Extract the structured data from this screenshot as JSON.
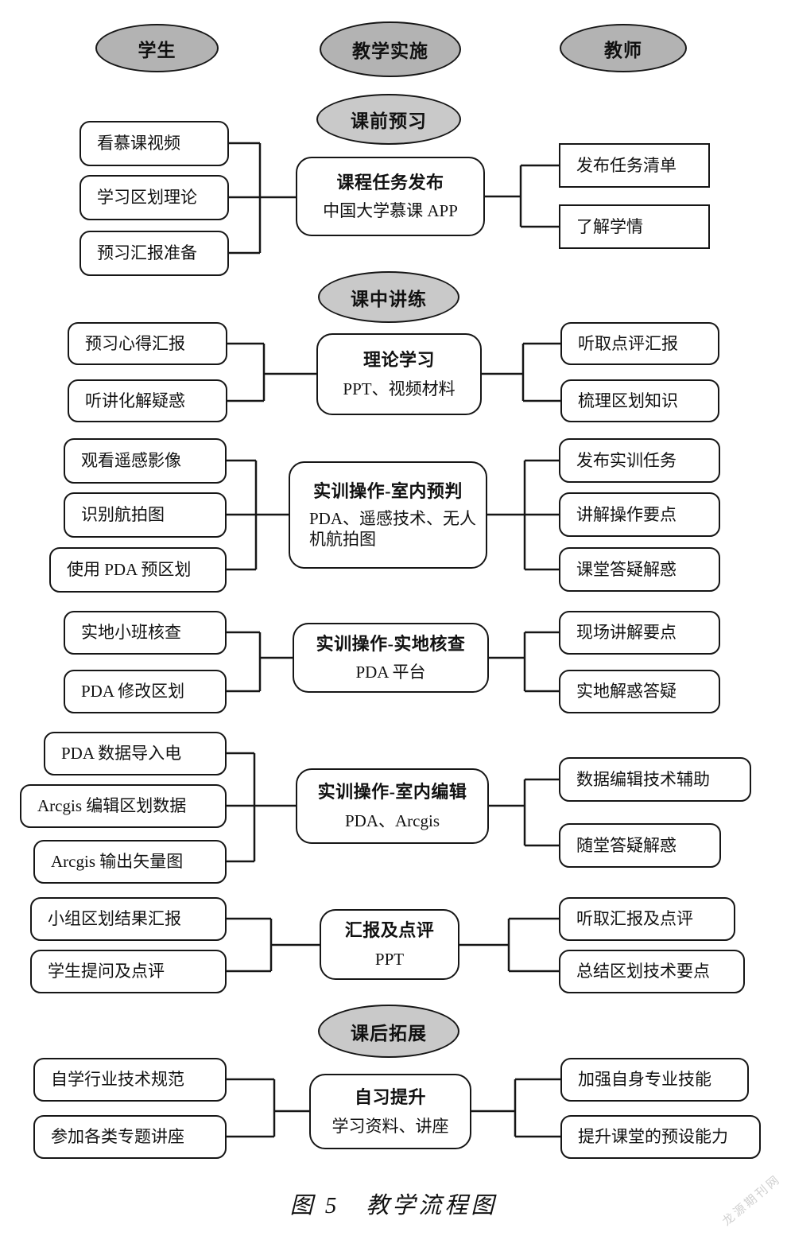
{
  "lanes": {
    "student": "学生",
    "implementation": "教学实施",
    "teacher": "教师"
  },
  "phases": {
    "pre_class": "课前预习",
    "in_class": "课中讲练",
    "post_class": "课后拓展"
  },
  "sections": [
    {
      "center": {
        "title": "课程任务发布",
        "sub": "中国大学慕课 APP"
      },
      "left": [
        "看慕课视频",
        "学习区划理论",
        "预习汇报准备"
      ],
      "right": [
        "发布任务清单",
        "了解学情"
      ]
    },
    {
      "center": {
        "title": "理论学习",
        "sub": "PPT、视频材料"
      },
      "left": [
        "预习心得汇报",
        "听讲化解疑惑"
      ],
      "right": [
        "听取点评汇报",
        "梳理区划知识"
      ]
    },
    {
      "center": {
        "title": "实训操作-室内预判",
        "sub": "PDA、遥感技术、无人机航拍图"
      },
      "left": [
        "观看遥感影像",
        "识别航拍图",
        "使用 PDA 预区划"
      ],
      "right": [
        "发布实训任务",
        "讲解操作要点",
        "课堂答疑解惑"
      ]
    },
    {
      "center": {
        "title": "实训操作-实地核查",
        "sub": "PDA 平台"
      },
      "left": [
        "实地小班核查",
        "PDA 修改区划"
      ],
      "right": [
        "现场讲解要点",
        "实地解惑答疑"
      ]
    },
    {
      "center": {
        "title": "实训操作-室内编辑",
        "sub": "PDA、Arcgis"
      },
      "left": [
        "PDA 数据导入电",
        "Arcgis 编辑区划数据",
        "Arcgis 输出矢量图"
      ],
      "right": [
        "数据编辑技术辅助",
        "随堂答疑解惑"
      ]
    },
    {
      "center": {
        "title": "汇报及点评",
        "sub": "PPT"
      },
      "left": [
        "小组区划结果汇报",
        "学生提问及点评"
      ],
      "right": [
        "听取汇报及点评",
        "总结区划技术要点"
      ]
    },
    {
      "center": {
        "title": "自习提升",
        "sub": "学习资料、讲座"
      },
      "left": [
        "自学行业技术规范",
        "参加各类专题讲座"
      ],
      "right": [
        "加强自身专业技能",
        "提升课堂的预设能力"
      ]
    }
  ],
  "caption": "图 5　教学流程图",
  "watermark": "龙源期刊网",
  "colors": {
    "lane_ellipse_fill": "#b3b3b3",
    "phase_ellipse_fill": "#c9c9c9",
    "line": "#161616"
  }
}
